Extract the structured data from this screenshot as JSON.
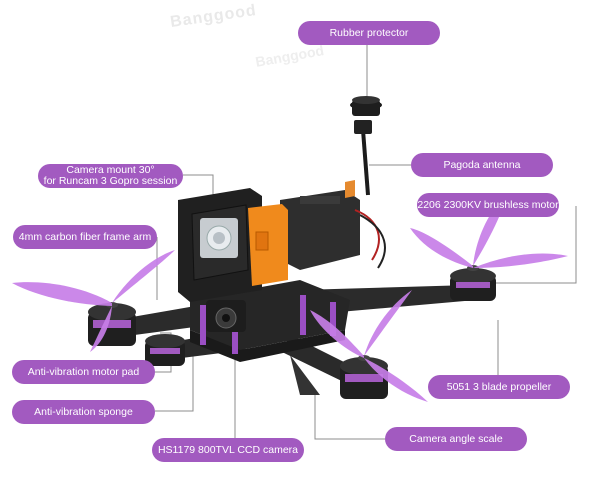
{
  "labels": {
    "rubber_protector": "Rubber protector",
    "pagoda_antenna": "Pagoda antenna",
    "camera_mount_line1": "Camera mount 30°",
    "camera_mount_line2": "for Runcam 3 Gopro session",
    "motor": "2206 2300KV brushless motor",
    "frame_arm": "4mm carbon fiber frame arm",
    "motor_pad": "Anti-vibration motor pad",
    "propeller": "5051 3 blade propeller",
    "sponge": "Anti-vibration sponge",
    "angle_scale": "Camera angle scale",
    "ccd_camera": "HS1179 800TVL CCD camera"
  },
  "colors": {
    "label_bg": "#a25ac0",
    "propeller": "#c77ee8",
    "leader_line": "#8c8c8c"
  }
}
